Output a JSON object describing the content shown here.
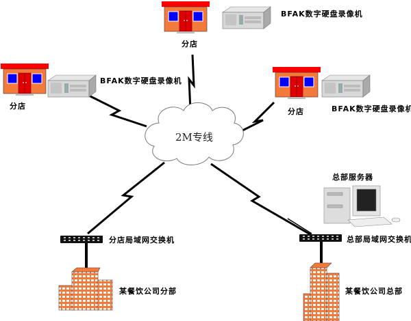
{
  "cloud": {
    "label": "2M专线"
  },
  "branches": [
    {
      "store_label": "分店",
      "dvr_label": "BFAK数字硬盘录像机"
    },
    {
      "store_label": "分店",
      "dvr_label": "BFAK数字硬盘录像机"
    },
    {
      "store_label": "分店",
      "dvr_label": "BFAK数字硬盘录像机"
    }
  ],
  "branch_office": {
    "switch_label": "分店局域网交换机",
    "building_label": "某餐饮公司分部"
  },
  "headquarters": {
    "server_label": "总部服务器",
    "switch_label": "总部局域网交换机",
    "building_label": "某餐饮公司总部"
  },
  "colors": {
    "roof": "#ff0000",
    "wall": "#f47a3c",
    "window": "#0000ff",
    "door": "#e00000",
    "building": "#f47a3c",
    "link": "#000000"
  }
}
